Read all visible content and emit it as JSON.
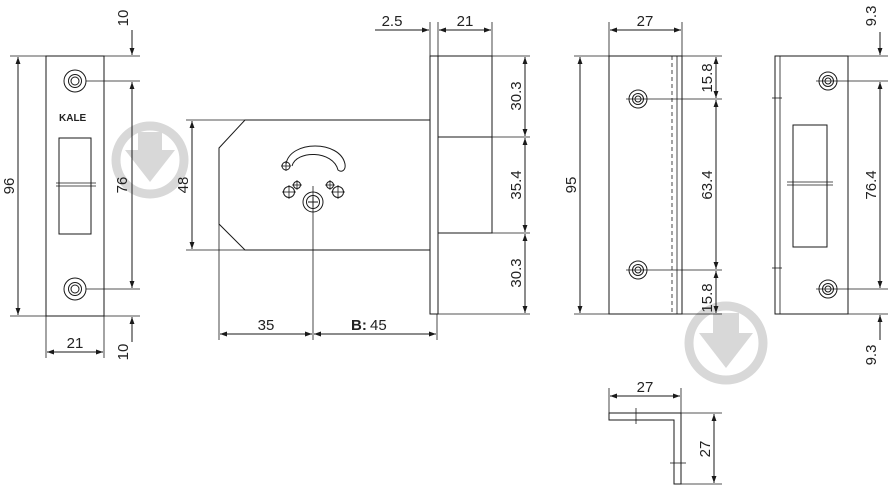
{
  "brand": "KALE",
  "dimensions": {
    "strike_top_margin": "10",
    "strike_height": "96",
    "strike_hole_spacing": "76",
    "strike_width": "21",
    "strike_bottom_margin": "10",
    "body_height": "48",
    "backset_left": "35",
    "backset_prefix": "B:",
    "backset_value": "45",
    "faceplate_thickness": "2.5",
    "faceplate_depth": "21",
    "upper_section": "30.3",
    "middle_section": "35.4",
    "lower_section": "30.3",
    "angle_width_top": "27",
    "angle_plate_height": "95",
    "angle_top_offset": "15.8",
    "angle_hole_spacing": "63.4",
    "angle_bottom_offset": "15.8",
    "right_top_margin": "9.3",
    "right_hole_spacing": "76.4",
    "right_bottom_margin": "9.3",
    "profile_width": "27",
    "profile_height": "27"
  }
}
